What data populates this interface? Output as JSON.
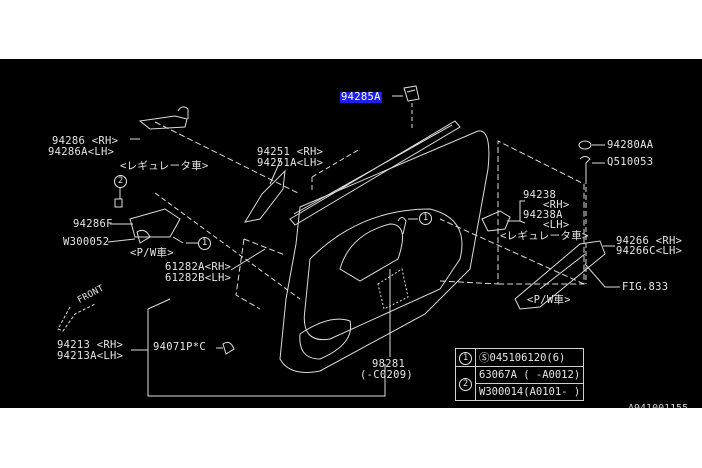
{
  "diagram": {
    "highlighted_part": "94285A",
    "highlight_color": "#1f1fe6",
    "labels": {
      "p94285A": "94285A",
      "p94286_rh": "94286 <RH>",
      "p94286A_lh": "94286A<LH>",
      "regulator_note_left": "<レギュレータ車>",
      "p94251_rh": "94251 <RH>",
      "p94251A_lh": "94251A<LH>",
      "p94286F": "94286F",
      "pW300052": "W300052",
      "pw_note_left": "<P/W車>",
      "p61282A_rh": "61282A<RH>",
      "p61282B_lh": "61282B<LH>",
      "front": "FRONT",
      "p94213_rh": "94213 <RH>",
      "p94213A_lh": "94213A<LH>",
      "p94071PC": "94071P*C",
      "p94280AA": "94280AA",
      "pQ510053": "Q510053",
      "p94238": "94238",
      "rh": "<RH>",
      "p94238A": "94238A",
      "lh": "<LH>",
      "regulator_note_right": "<レギュレータ車>",
      "p94266_rh": "94266 <RH>",
      "p94266C_lh": "94266C<LH>",
      "fig833": "FIG.833",
      "pw_note_right": "<P/W車>",
      "p98281": "98281",
      "p98281_note": "(-C0209)",
      "callout_1": "1",
      "callout_2": "2"
    },
    "legend_table": {
      "row1_ref": "1",
      "row1_value": "Ⓢ045106120(6)",
      "row2_ref": "2",
      "row2_value_a": "63067A ( -A0012)",
      "row2_value_b": "W300014(A0101- )"
    },
    "drawing_id": "A941001155"
  }
}
